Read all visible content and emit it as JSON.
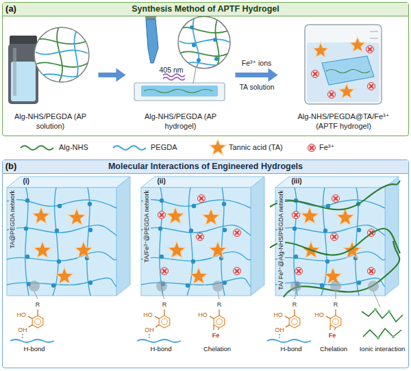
{
  "diagram": {
    "nodes": [
      {
        "text": [
          "Synthesis Method of APTF Hydrogel"
        ]
      },
      {
        "text": [
          "Alg-NHS/PEGDA (AP solution)"
        ],
        "in": 0
      },
      {
        "text": [
          "Alg-NHS/PEGDA (AP hydrogel)"
        ],
        "in": 0
      },
      {
        "text": [
          "Alg-NHS/PEGDA@TA/Fe³⁺ (APTF hydrogel)"
        ],
        "in": 0
      },
      {
        "text": [
          "Molecular Interactions of Engineered Hydrogels"
        ]
      },
      {
        "text": [
          "(i)",
          "TA@PEGDA network"
        ],
        "in": 4
      },
      {
        "text": [
          "(ii)",
          "TA/Fe³⁺@PEGDA network"
        ],
        "in": 4
      },
      {
        "text": [
          "(iii)",
          "TA/ Fe³⁺@Alg-NHS/PEGDA network"
        ],
        "in": 4
      }
    ],
    "edges": [
      {
        "from": 1,
        "to": 2,
        "arrow": "to"
      },
      {
        "from": 2,
        "to": 3,
        "label": "Fe³⁺ ions",
        "arrow": "to"
      }
    ],
    "labels": [
      "(a)",
      "405 nm",
      "TA solution",
      "(b)",
      "R",
      "HO",
      "OH",
      "H-bond",
      "R",
      "HO",
      "OH",
      "H-bond",
      "R",
      "HO",
      "Fe",
      "Chelation",
      "R",
      "HO",
      "OH",
      "H-bond",
      "R",
      "HO",
      "Fe",
      "Chelation",
      "Ionic interaction"
    ],
    "legend": [
      {
        "text": "Alg-NHS"
      },
      {
        "text": "PEGDA"
      },
      {
        "text": "Tannic acid (TA)"
      },
      {
        "text": "Fe³⁺"
      }
    ]
  }
}
